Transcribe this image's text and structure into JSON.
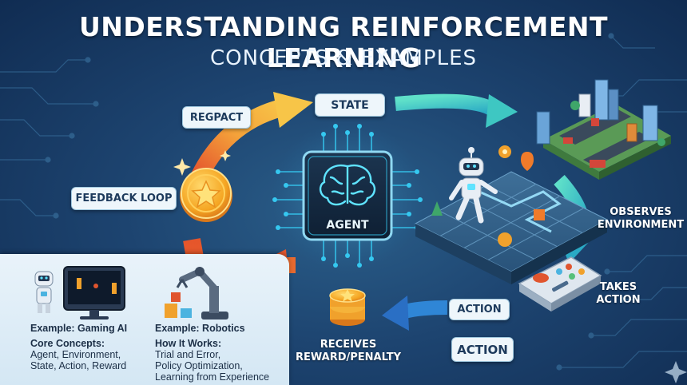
{
  "header": {
    "title": "UNDERSTANDING REINFORCEMENT LEARNING",
    "subtitle": "CONCEPTS & EXAMPLES"
  },
  "labels": {
    "regpact": "REGPACT",
    "state": "STATE",
    "feedback_loop": "FEEDBACK LOOP",
    "agent": "AGENT",
    "observes_environment": [
      "OBSERVES",
      "ENVIRONMENT"
    ],
    "takes_action": [
      "TAKES",
      "ACTION"
    ],
    "action_top": "ACTION",
    "action_bottom": "ACTION",
    "receives_reward": [
      "RECEIVES",
      "REWARD/PENALTY"
    ]
  },
  "info_panel": {
    "gaming_example": "Example: Gaming AI",
    "robotics_example": "Example: Robotics",
    "core_concepts_title": "Core Concepts:",
    "core_concepts_lines": [
      "Agent, Environment,",
      "State, Action, Reward"
    ],
    "how_it_works_title": "How It Works:",
    "how_it_works_lines": [
      "Trial and Error,",
      "Policy Optimization,",
      "Learning from Experience"
    ]
  },
  "colors": {
    "background": "#1d4470",
    "cycle_orange": "#f08a2c",
    "cycle_teal": "#3ec7c2",
    "cycle_blue": "#2f86d6",
    "agent_glow": "#35c8f0",
    "coin_gold": "#f5a623"
  }
}
